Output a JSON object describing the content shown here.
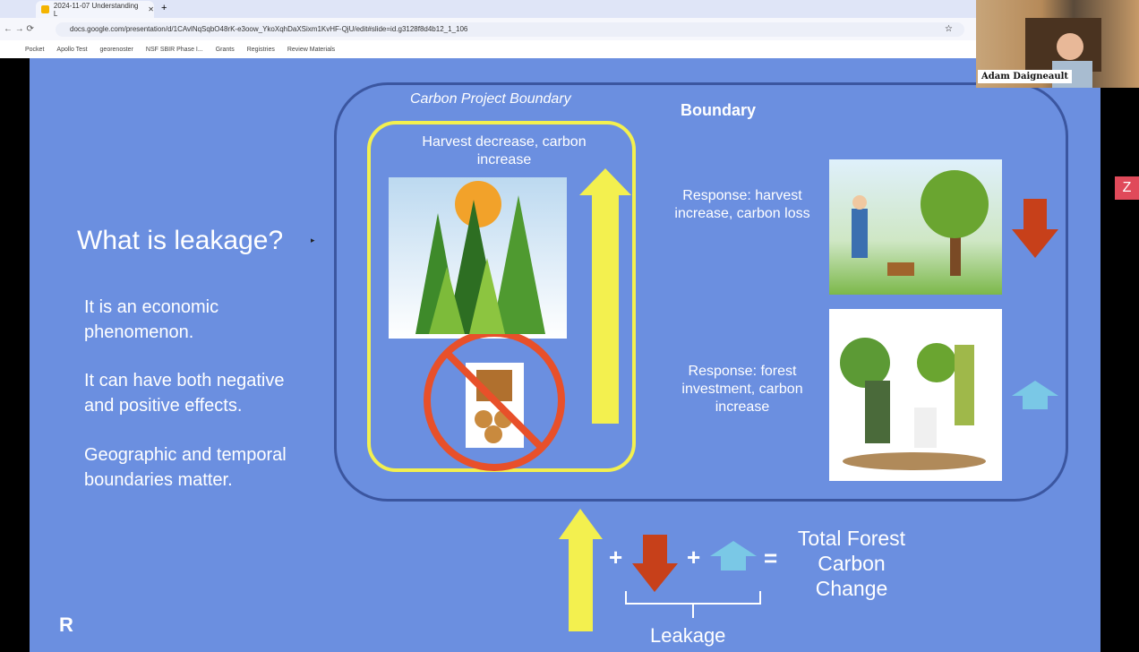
{
  "browser": {
    "tab_title": "2024-11-07 Understanding L",
    "url": "docs.google.com/presentation/d/1CAvlNqSqbO48rK-e3oow_YkoXqhDaXSixm1KvHF-QjU/edit#slide=id.g3128f8d4b12_1_106",
    "bookmarks": [
      "Pocket",
      "Apollo Test",
      "georenoster",
      "NSF SBIR Phase I...",
      "Grants",
      "Registries",
      "Review Materials"
    ]
  },
  "webcam": {
    "name": "Adam Daigneault"
  },
  "slide": {
    "title": "What is leakage?",
    "bullets": [
      "It is an economic phenomenon.",
      "It can have both negative and positive effects.",
      "Geographic and temporal boundaries matter."
    ],
    "project_boundary": "Carbon Project Boundary",
    "boundary": "Boundary",
    "harvest": "Harvest decrease, carbon increase",
    "response1": "Response: harvest increase, carbon loss",
    "response2": "Response: forest investment, carbon increase",
    "plus": "+",
    "equals": "=",
    "total": "Total Forest Carbon Change",
    "leakage": "Leakage",
    "logo": "R"
  },
  "colors": {
    "yellow": "#f3f04f",
    "red": "#c7401a",
    "blue": "#7ac8e6",
    "slide": "#6b8fe0"
  }
}
